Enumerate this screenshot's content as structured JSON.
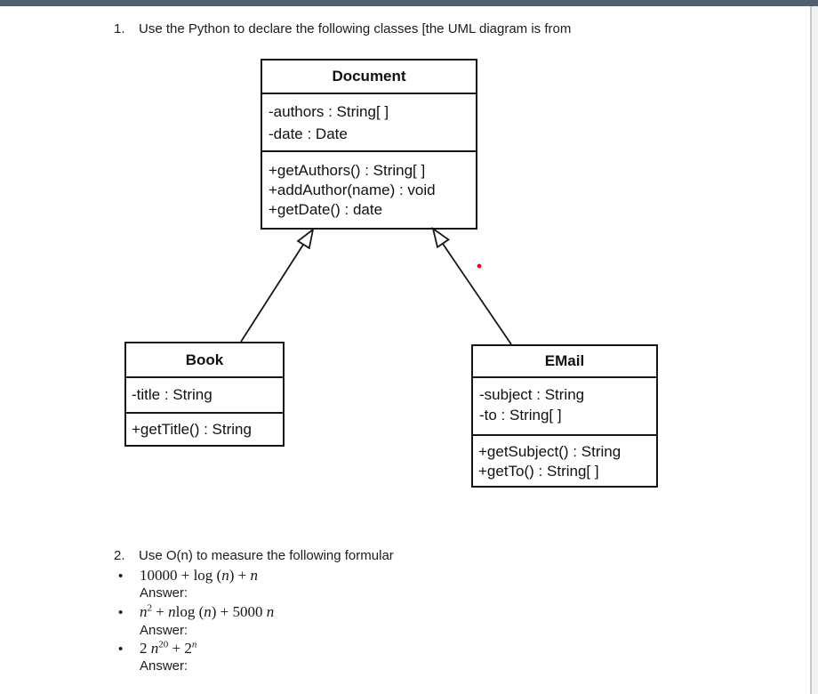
{
  "colors": {
    "topbar": "#51606C",
    "page_background": "#FFFFFF",
    "page_edge_strip": "#F1F1F2",
    "page_edge_border": "#C6CACD",
    "uml_border": "#161616",
    "red_dot": "#FF0000"
  },
  "question1": {
    "number": "1.",
    "text": "Use the Python to declare the following classes [the UML diagram is from"
  },
  "uml": {
    "document": {
      "title": "Document",
      "attributes": [
        "-authors : String[ ]",
        "-date : Date"
      ],
      "methods": [
        "+getAuthors() : String[ ]",
        "+addAuthor(name) : void",
        "+getDate() : date"
      ]
    },
    "book": {
      "title": "Book",
      "attributes": [
        "-title : String"
      ],
      "methods": [
        "+getTitle() : String"
      ]
    },
    "email": {
      "title": "EMail",
      "attributes": [
        "-subject : String",
        "-to : String[ ]"
      ],
      "methods": [
        "+getSubject() : String",
        "+getTo() : String[ ]"
      ]
    },
    "relations": [
      {
        "from": "Book",
        "to": "Document",
        "type": "generalization"
      },
      {
        "from": "EMail",
        "to": "Document",
        "type": "generalization"
      }
    ]
  },
  "question2": {
    "number": "2.",
    "text": "Use O(n) to measure the following formular",
    "bullet": "•",
    "items": [
      {
        "formula_plain": "10000 + log (n) + n",
        "segs": [
          "10000 + log (",
          "n",
          ") + ",
          "n"
        ],
        "answer": "Answer:"
      },
      {
        "formula_plain": "n^2 + nlog (n) + 5000 n",
        "segs": [
          "n",
          "2",
          " + ",
          "n",
          "log (",
          "n",
          ") + 5000 ",
          "n"
        ],
        "answer": "Answer:"
      },
      {
        "formula_plain": "2 n^20 + 2^n",
        "segs": [
          "2 ",
          "n",
          "20",
          " + 2",
          "n"
        ],
        "answer": "Answer:"
      }
    ]
  }
}
